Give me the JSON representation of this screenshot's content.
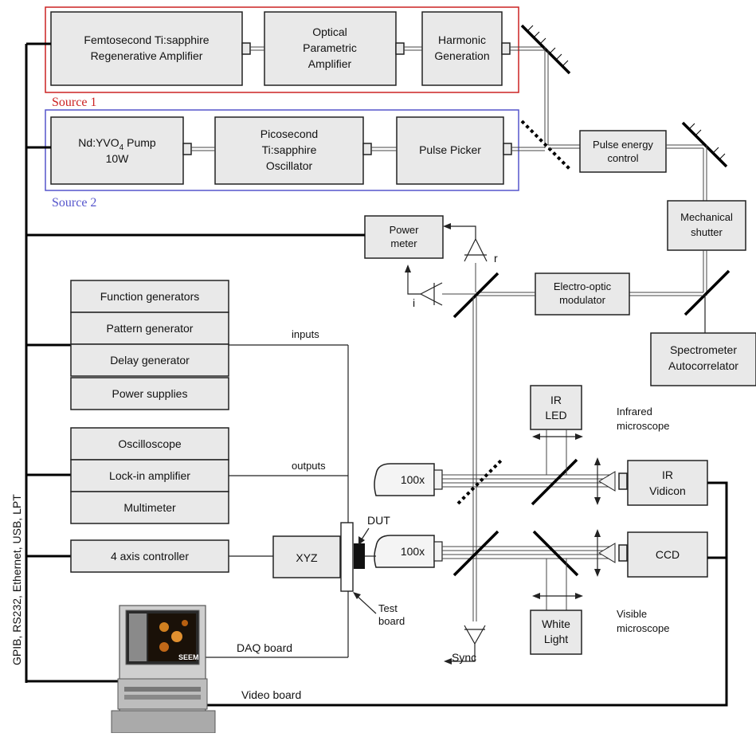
{
  "source1": {
    "label": "Source 1",
    "color": "#cc2222",
    "boxes": [
      [
        "Femtosecond Ti:sapphire",
        "Regenerative Amplifier"
      ],
      [
        "Optical",
        "Parametric",
        "Amplifier"
      ],
      [
        "Harmonic",
        "Generation"
      ]
    ]
  },
  "source2": {
    "label": "Source 2",
    "color": "#5555cc",
    "pump_line1_main": "Nd:YVO",
    "pump_line1_sub": "4",
    "pump_line1_tail": " Pump",
    "pump_line2": "10W",
    "oscillator": [
      "Picosecond",
      "Ti:sapphire",
      "Oscillator"
    ],
    "picker": "Pulse Picker"
  },
  "optics": {
    "pulse_energy": [
      "Pulse energy",
      "control"
    ],
    "shutter": [
      "Mechanical",
      "shutter"
    ],
    "power_meter": [
      "Power",
      "meter"
    ],
    "eom": [
      "Electro-optic",
      "modulator"
    ],
    "spectrometer": [
      "Spectrometer",
      "Autocorrelator"
    ],
    "detector_r": "r",
    "detector_i": "i",
    "sync": "Sync"
  },
  "instruments": {
    "group1": [
      "Function generators",
      "Pattern generator",
      "Delay generator",
      "Power supplies"
    ],
    "group2": [
      "Oscilloscope",
      "Lock-in amplifier",
      "Multimeter"
    ],
    "axis_controller": "4 axis controller",
    "inputs": "inputs",
    "outputs": "outputs"
  },
  "stage": {
    "xyz": "XYZ",
    "dut": "DUT",
    "test_board": [
      "Test",
      "board"
    ],
    "objective": "100x"
  },
  "microscopes": {
    "ir_led": [
      "IR",
      "LED"
    ],
    "ir_vidicon": [
      "IR",
      "Vidicon"
    ],
    "infrared_label": [
      "Infrared",
      "microscope"
    ],
    "white_light": [
      "White",
      "Light"
    ],
    "ccd": "CCD",
    "visible_label": [
      "Visible",
      "microscope"
    ]
  },
  "computer": {
    "screen_text": "SEEM",
    "daq": "DAQ board",
    "video": "Video board",
    "bus_label": "GPIB, RS232, Ethernet, USB, LPT"
  }
}
